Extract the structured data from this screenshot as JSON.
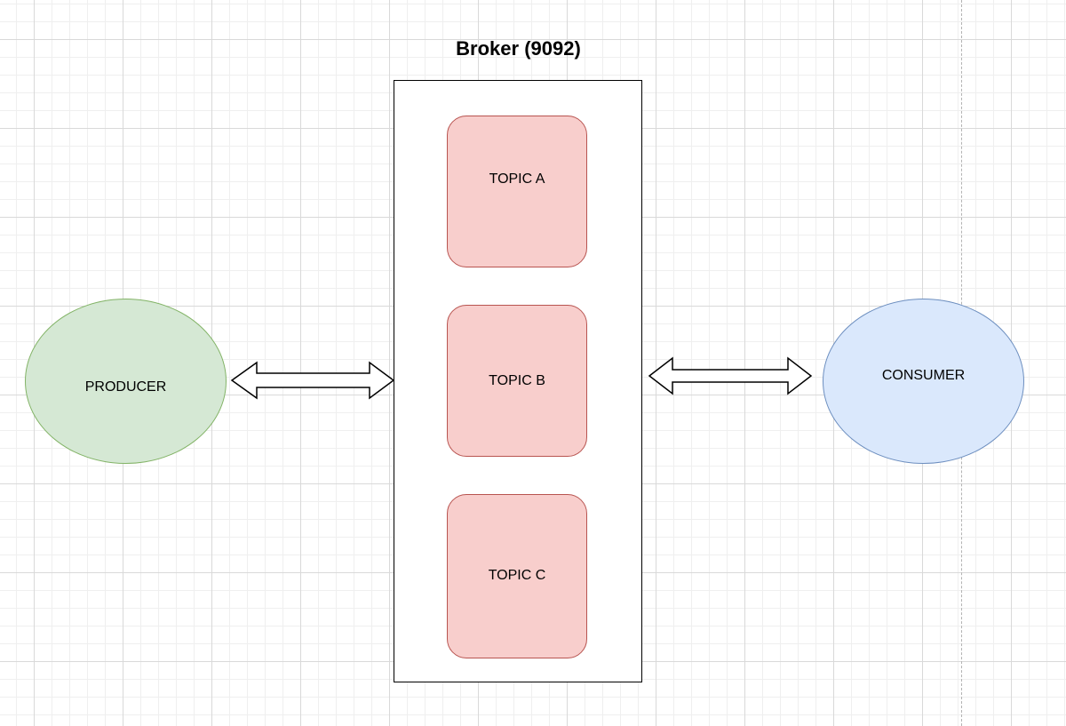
{
  "diagram": {
    "broker": {
      "title": "Broker (9092)",
      "topics": [
        {
          "label": "TOPIC A",
          "fill": "#f8cecc",
          "stroke": "#b85450"
        },
        {
          "label": "TOPIC B",
          "fill": "#f8cecc",
          "stroke": "#b85450"
        },
        {
          "label": "TOPIC C",
          "fill": "#f8cecc",
          "stroke": "#b85450"
        }
      ]
    },
    "producer": {
      "label": "PRODUCER",
      "fill": "#d5e8d4",
      "stroke": "#82b366"
    },
    "consumer": {
      "label": "CONSUMER",
      "fill": "#dae8fc",
      "stroke": "#6c8ebf"
    },
    "connections": [
      {
        "from": "PRODUCER",
        "to": "Broker (9092)",
        "type": "bidirectional-arrow"
      },
      {
        "from": "Broker (9092)",
        "to": "CONSUMER",
        "type": "bidirectional-arrow"
      }
    ]
  }
}
